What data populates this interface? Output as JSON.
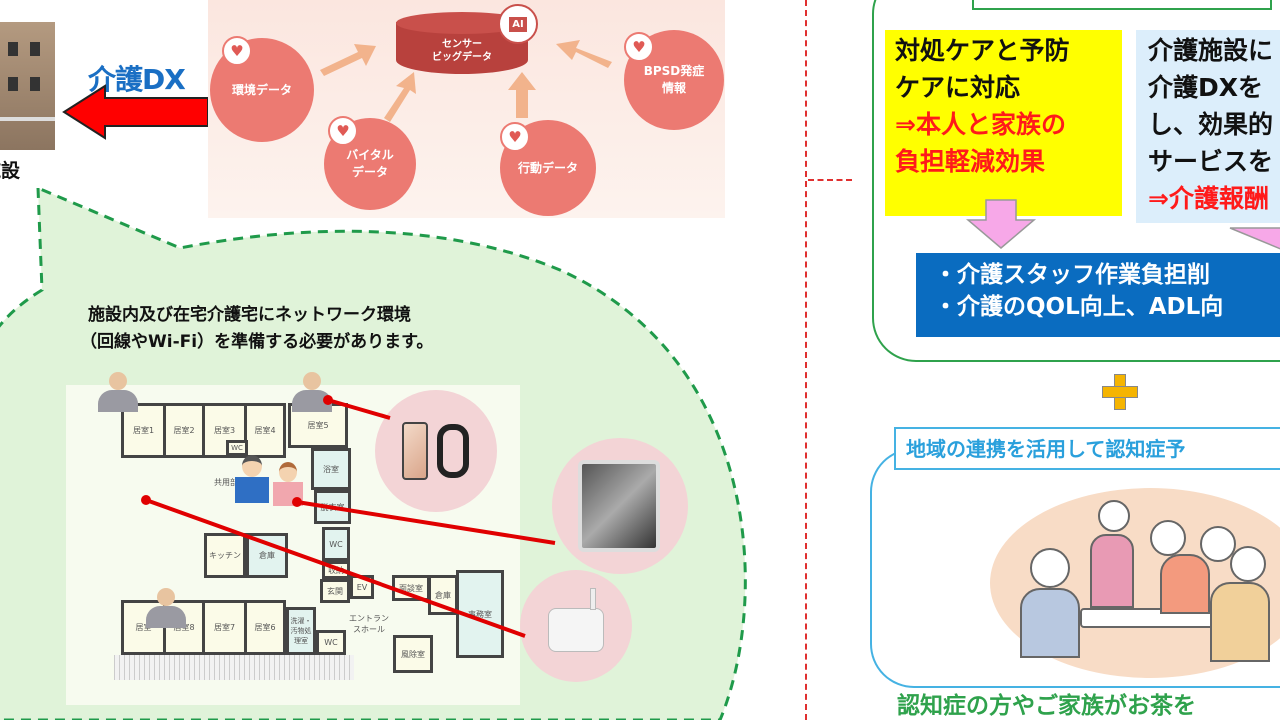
{
  "left": {
    "facility_label": "施設",
    "dx_label": "介護DX",
    "diagram": {
      "center": "センサー\nビッグデータ",
      "ai_badge": "AI",
      "nodes": [
        "環境データ",
        "バイタル\nデータ",
        "行動データ",
        "BPSD発症\n情報"
      ]
    },
    "bubble_text": [
      "施設内及び在宅介護宅にネットワーク環境",
      "（回線やWi-Fi）を準備する必要があります。"
    ],
    "floorplan": {
      "rooms": [
        "居室1",
        "居室2",
        "居室3",
        "居室4",
        "居室5",
        "WC",
        "共用部",
        "浴室",
        "脱衣室",
        "キッチン",
        "倉庫",
        "WC",
        "収納",
        "玄関",
        "EV",
        "居室",
        "居室8",
        "居室7",
        "居室6",
        "洗濯・汚物処理室",
        "WC",
        "エントランスホール",
        "面談室",
        "倉庫",
        "事務室",
        "風除室"
      ]
    }
  },
  "right": {
    "yellow_box": {
      "line1": "対処ケアと予防",
      "line2": "ケアに対応",
      "line3": "⇒本人と家族の",
      "line4": "負担軽減効果"
    },
    "blue_box": {
      "line1": "介護施設に",
      "line2": "介護DXを",
      "line3": "し、効果的",
      "line4": "サービスを",
      "line5": "⇒介護報酬"
    },
    "result_box": {
      "line1": "・介護スタッフ作業負担削",
      "line2": "・介護のQOL向上、ADL向"
    },
    "plus": "+",
    "community_title": "地域の連携を活用して認知症予",
    "bottom_text": "認知症の方やご家族がお茶を"
  },
  "colors": {
    "red": "#ff0000",
    "blue": "#0a6cc0",
    "green": "#2fa24c",
    "yellow": "#ffff00",
    "lightblue": "#dceefb",
    "pink": "#ec7a72"
  }
}
